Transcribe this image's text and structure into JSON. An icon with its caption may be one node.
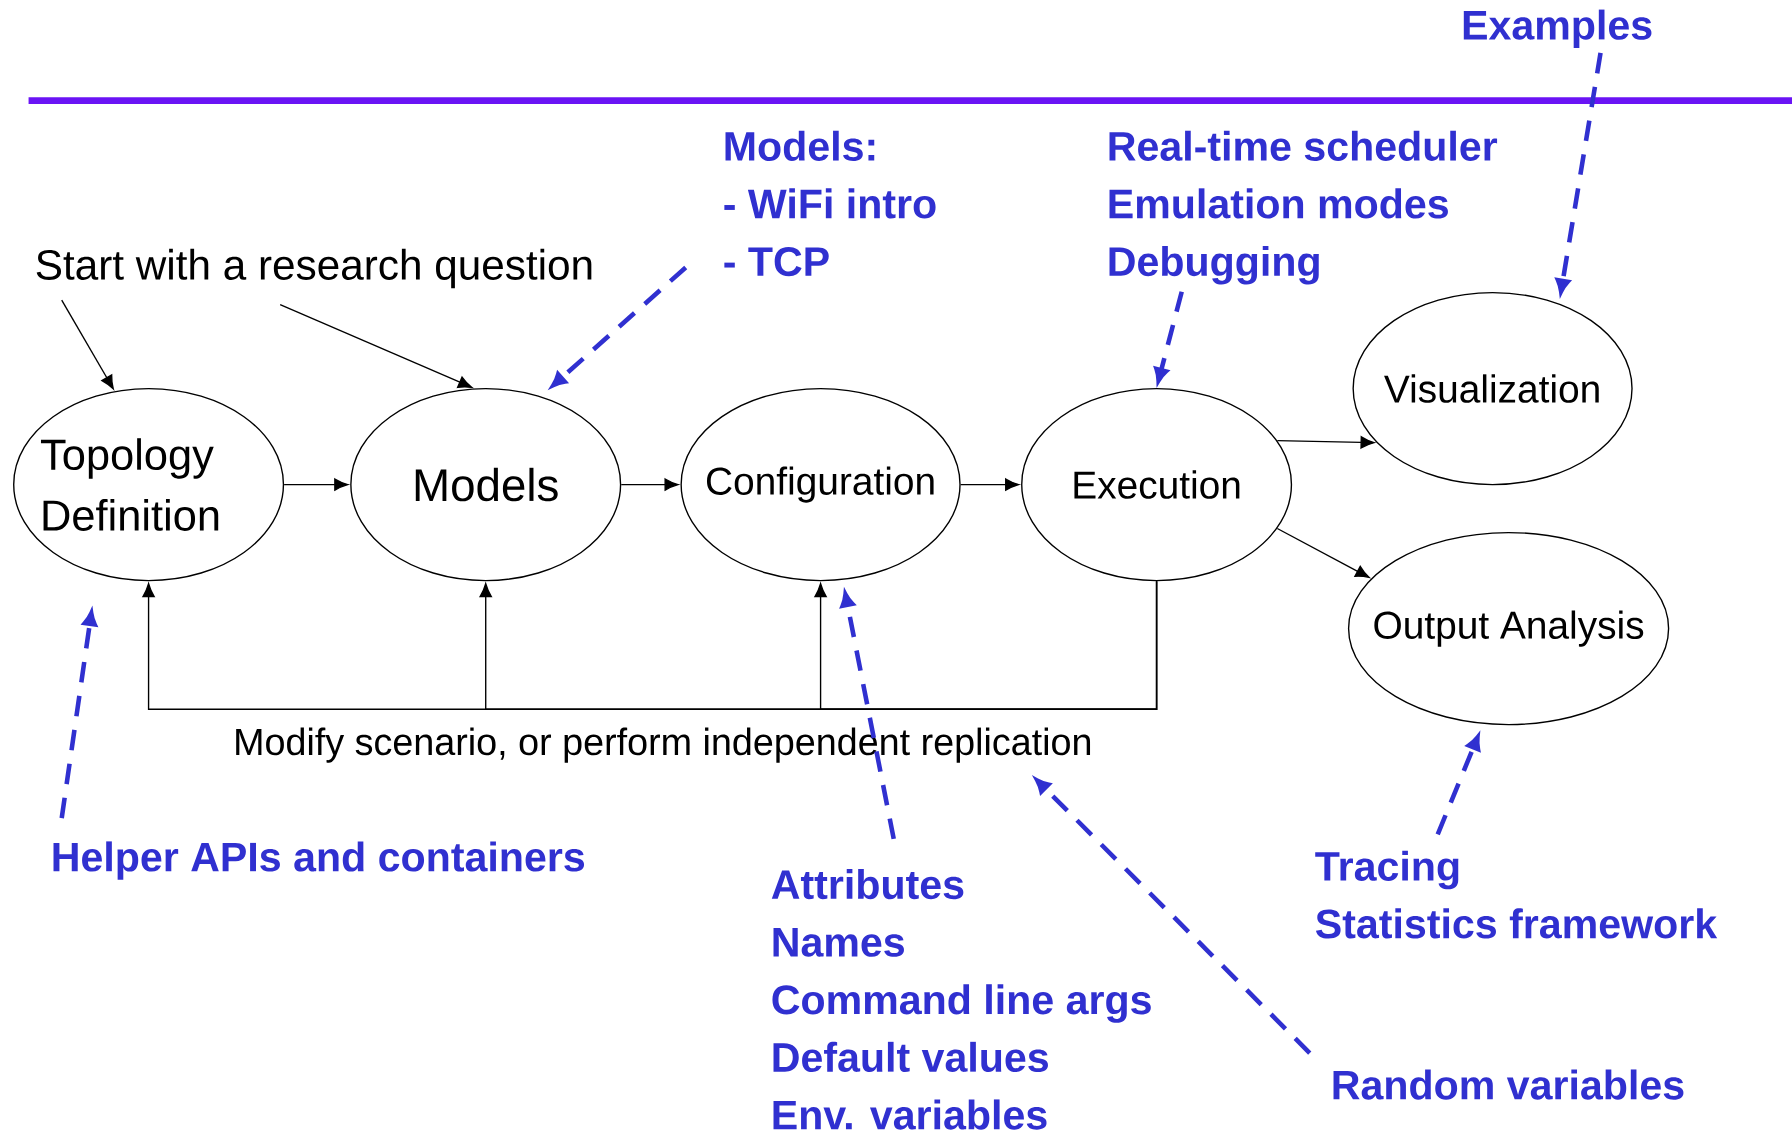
{
  "diagram": {
    "nodes": [
      {
        "text": [
          "Examples"
        ]
      },
      {
        "text": [
          "Models:",
          "- WiFi intro",
          "- TCP"
        ]
      },
      {
        "text": [
          "Real-time scheduler",
          "Emulation modes",
          "Debugging"
        ]
      },
      {
        "text": [
          "Start with a research question"
        ]
      },
      {
        "text": [
          "Visualization"
        ]
      },
      {
        "text": [
          "Topology Definition"
        ]
      },
      {
        "text": [
          "Models"
        ]
      },
      {
        "text": [
          "Configuration"
        ]
      },
      {
        "text": [
          "Execution"
        ]
      },
      {
        "text": [
          "Output Analysis"
        ]
      },
      {
        "text": [
          "Modify scenario, or perform independent replication"
        ]
      },
      {
        "text": [
          "Helper APIs and containers"
        ]
      },
      {
        "text": [
          "Attributes",
          "Names",
          "Command line args",
          "Default values",
          "Env. variables"
        ]
      },
      {
        "text": [
          "Tracing",
          "Statistics framework"
        ]
      },
      {
        "text": [
          "Random variables"
        ]
      }
    ],
    "edges": [
      {
        "from": 5,
        "to": 6,
        "arrow": "to"
      },
      {
        "from": 6,
        "to": 7,
        "arrow": "to"
      },
      {
        "from": 7,
        "to": 8,
        "arrow": "to"
      },
      {
        "from": 8,
        "to": 4,
        "arrow": "to"
      },
      {
        "from": 8,
        "to": 9,
        "arrow": "to"
      },
      {
        "from": 8,
        "to": 5,
        "arrow": "to"
      },
      {
        "from": 8,
        "to": 6,
        "arrow": "to"
      },
      {
        "from": 8,
        "to": 7,
        "arrow": "to"
      },
      {
        "from": 3,
        "to": 5,
        "arrow": "to"
      },
      {
        "from": 3,
        "to": 6,
        "arrow": "to"
      },
      {
        "from": 1,
        "to": 6,
        "arrow": "to",
        "style": "dashed",
        "color": "#3030d0"
      },
      {
        "from": 2,
        "to": 8,
        "arrow": "to",
        "style": "dashed",
        "color": "#3030d0"
      },
      {
        "from": 0,
        "to": 4,
        "arrow": "to",
        "style": "dashed",
        "color": "#3030d0"
      },
      {
        "from": 11,
        "to": 5,
        "arrow": "to",
        "style": "dashed",
        "color": "#3030d0"
      },
      {
        "from": 12,
        "to": 7,
        "arrow": "to",
        "style": "dashed",
        "color": "#3030d0"
      },
      {
        "from": 14,
        "to": 10,
        "arrow": "to",
        "style": "dashed",
        "color": "#3030d0"
      },
      {
        "from": 13,
        "to": 9,
        "arrow": "to",
        "style": "dashed",
        "color": "#3030d0"
      }
    ]
  }
}
